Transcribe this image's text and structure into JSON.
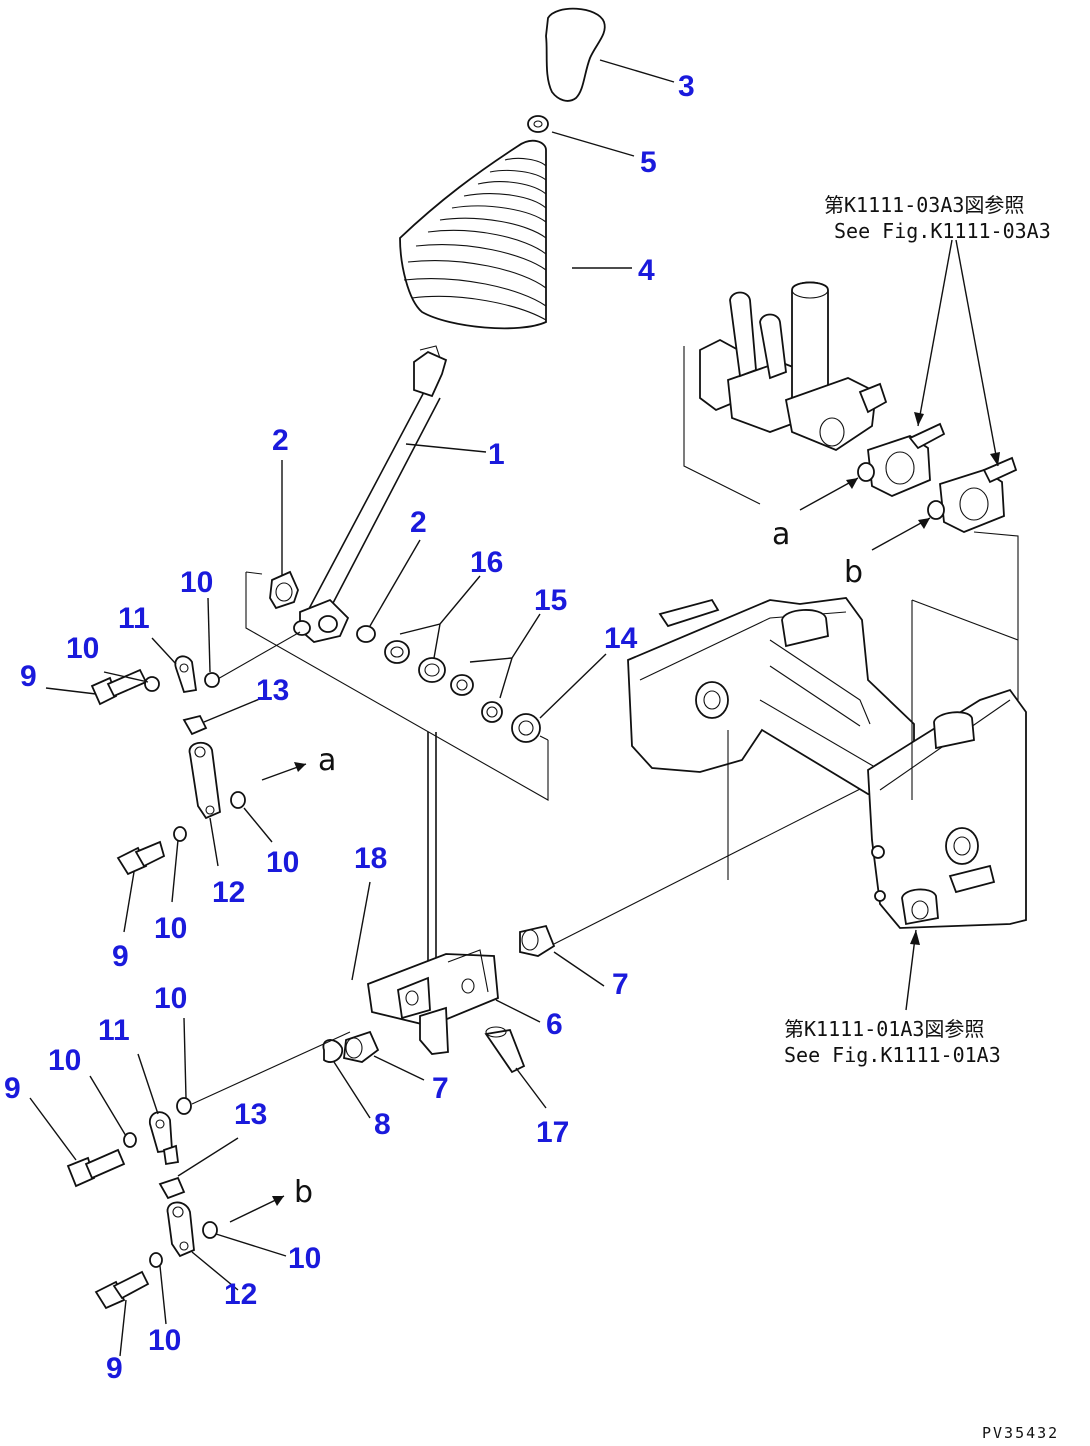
{
  "callouts": {
    "c1": "1",
    "c2a": "2",
    "c2b": "2",
    "c3": "3",
    "c4": "4",
    "c5": "5",
    "c6": "6",
    "c7a": "7",
    "c7b": "7",
    "c8": "8",
    "c9a": "9",
    "c9b": "9",
    "c9c": "9",
    "c9d": "9",
    "c10a": "10",
    "c10b": "10",
    "c10c": "10",
    "c10d": "10",
    "c10e": "10",
    "c10f": "10",
    "c10g": "10",
    "c10h": "10",
    "c11a": "11",
    "c11b": "11",
    "c12a": "12",
    "c12b": "12",
    "c13a": "13",
    "c13b": "13",
    "c14": "14",
    "c15": "15",
    "c16": "16",
    "c17": "17",
    "c18": "18"
  },
  "references": {
    "top_jp": "第K1111-03A3図参照",
    "top_en": "See Fig.K1111-03A3",
    "bottom_jp": "第K1111-01A3図参照",
    "bottom_en": "See Fig.K1111-01A3"
  },
  "view_letters": {
    "a_main": "a",
    "b_main": "b",
    "a_left": "a",
    "b_left": "b"
  },
  "drawing_code": "PV35432",
  "colors": {
    "callout": "#1a1adc",
    "line": "#111111",
    "background": "#ffffff"
  }
}
